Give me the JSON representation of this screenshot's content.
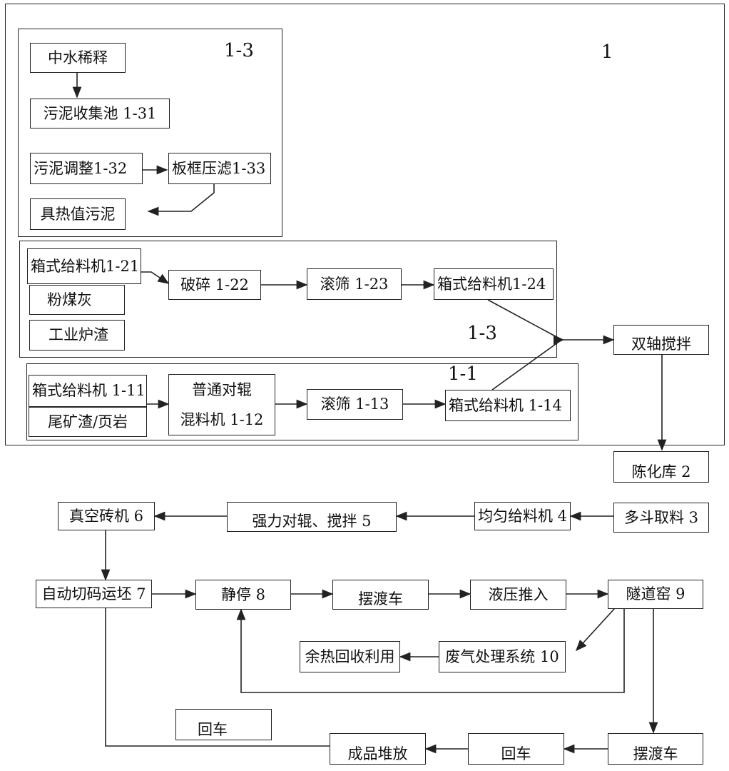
{
  "labels": {
    "outer": "1",
    "group13_top": "1-3",
    "group12_mid": "1-3",
    "group11": "1-1"
  },
  "group13": {
    "dilution": "中水稀释",
    "collection": "污泥收集池 1-31",
    "adjust": "污泥调整1-32",
    "filter": "板框压滤1-33",
    "heat_sludge": "具热值污泥"
  },
  "group12": {
    "feeder1": "箱式给料机1-21",
    "flyash": "粉煤灰",
    "slag": "工业炉渣",
    "crush": "破碎 1-22",
    "screen": "滚筛 1-23",
    "feeder2": "箱式给料机1-24"
  },
  "group11": {
    "feeder1": "箱式给料机 1-11",
    "tailings": "尾矿渣/页岩",
    "roller_line1": "普通对辊",
    "roller_line2": "混料机 1-12",
    "screen": "滚筛 1-13",
    "feeder2": "箱式给料机 1-14"
  },
  "main": {
    "mixer": "双轴搅拌",
    "aging": "陈化库  2",
    "multi_bucket": "多斗取料  3",
    "uniform_feeder": "均匀给料机 4",
    "strong_roller": "强力对辊、搅拌    5",
    "vacuum_brick": "真空砖机  6",
    "auto_cut": "自动切码运坯 7",
    "rest": "静停      8",
    "ferry1": "摆渡车",
    "hydraulic": "液压推入",
    "tunnel_kiln": "隧道窑    9",
    "waste_gas": "废气处理系统 10",
    "waste_heat": "余热回收利用",
    "return_label": "回车",
    "product": "成品堆放",
    "return2": "回车",
    "ferry2": "摆渡车"
  }
}
